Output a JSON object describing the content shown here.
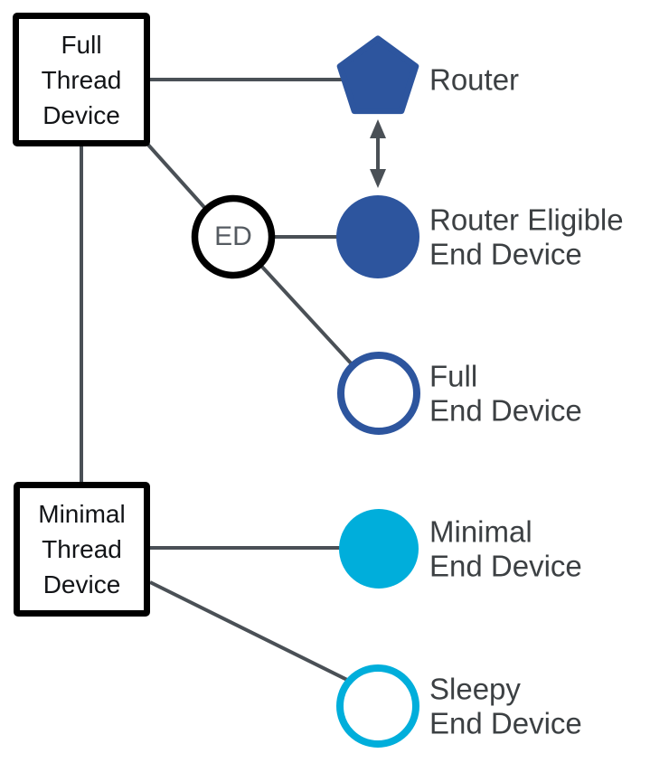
{
  "diagram": {
    "boxes": {
      "full_thread_device": "Full\nThread\nDevice",
      "minimal_thread_device": "Minimal\nThread\nDevice"
    },
    "nodes": {
      "router": "Router",
      "router_eligible_end_device": "Router Eligible\nEnd Device",
      "full_end_device": "Full\nEnd Device",
      "minimal_end_device": "Minimal\nEnd Device",
      "sleepy_end_device": "Sleepy\nEnd Device",
      "ed_badge": "ED"
    },
    "colors": {
      "navy": "#2d559e",
      "cyan": "#00aedb",
      "connector_gray": "#4a5056",
      "label_gray": "#3c4043",
      "box_border_black": "#000000"
    }
  }
}
